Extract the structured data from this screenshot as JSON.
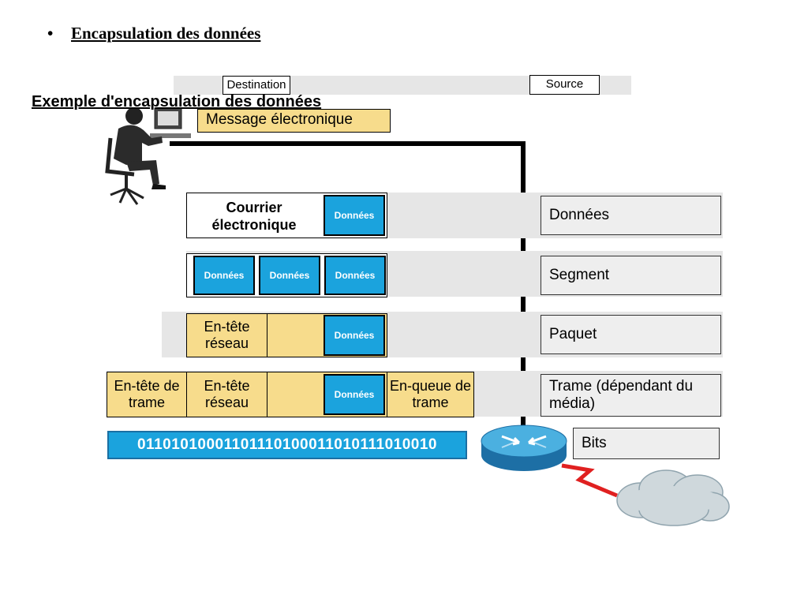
{
  "bullet": {
    "symbol": "•",
    "text": "Encapsulation des données"
  },
  "subtitle": "Exemple d'encapsulation des données",
  "header": {
    "destination": "Destination",
    "source": "Source"
  },
  "message": "Message électronique",
  "rows": {
    "row1": {
      "email_label": "Courrier électronique",
      "data": "Données"
    },
    "row2": {
      "data": [
        "Données",
        "Données",
        "Données"
      ]
    },
    "row3": {
      "network_header": "En-tête réseau",
      "data": "Données"
    },
    "row4": {
      "frame_header": "En-tête de trame",
      "network_header": "En-tête réseau",
      "data": "Données",
      "frame_trailer": "En-queue de trame"
    }
  },
  "bits": "01101010001101110100011010111010010",
  "layers": [
    "Données",
    "Segment",
    "Paquet",
    "Trame (dépendant du média)",
    "Bits"
  ],
  "icons": {
    "person": "person-at-computer-icon",
    "router": "router-icon",
    "cloud": "network-cloud-icon"
  },
  "colors": {
    "yellow": "#f7dc8c",
    "blue": "#1ba3dd",
    "gray_band": "#e6e6e6"
  }
}
